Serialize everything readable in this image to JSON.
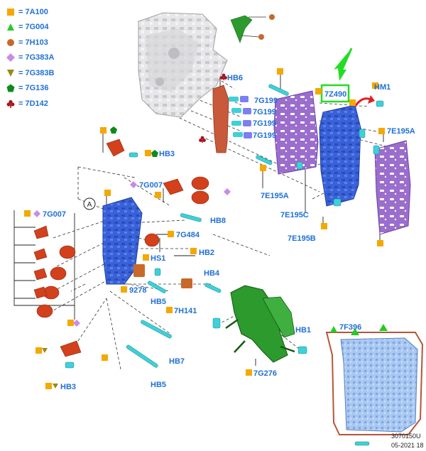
{
  "legend": [
    {
      "symbol": "orange-square",
      "color": "#f5a800",
      "text": "= 7A100"
    },
    {
      "symbol": "green-triangle",
      "color": "#22cc22",
      "text": "= 7G004"
    },
    {
      "symbol": "brown-circle",
      "color": "#c8682a",
      "text": "= 7H103"
    },
    {
      "symbol": "purple-diamond",
      "color": "#c98ce6",
      "text": "= 7G383A"
    },
    {
      "symbol": "olive-triangle-down",
      "color": "#9a8a12",
      "text": "= 7G383B"
    },
    {
      "symbol": "green-pentagon",
      "color": "#0f8a1a",
      "text": "= 7G136"
    },
    {
      "symbol": "red-club",
      "color": "#a8141e",
      "text": "= 7D142"
    }
  ],
  "labels": {
    "hb6": "HB6",
    "g199_1": "7G199",
    "g199_2": "7G199",
    "g199_3": "7G199",
    "g199_4": "7G199",
    "z490": "7Z490",
    "hm1": "HM1",
    "e195a_top": "7E195A",
    "e195a_mid": "7E195A",
    "e195c": "7E195C",
    "e195b": "7E195B",
    "hb3_top": "HB3",
    "g007_mid": "7G007",
    "g007_left": "7G007",
    "circle_a": "A",
    "hb8": "HB8",
    "g484": "7G484",
    "hb2": "HB2",
    "hs1": "HS1",
    "l9278": "9278",
    "hb5_mid": "HB5",
    "hb4": "HB4",
    "h141": "7H141",
    "hb1": "HB1",
    "f396": "7F396",
    "g276": "7G276",
    "hb7": "HB7",
    "hb5_bottom": "HB5",
    "hb3_bottom": "HB3"
  },
  "footer": {
    "code": "3070150U",
    "date": "05-2021 18"
  },
  "colors": {
    "label_blue": "#1f6fd6",
    "highlight_green": "#22dd22",
    "body_blue": "#3a62d8",
    "plate_purple": "#9b6dcc",
    "solenoid_red": "#d2401c",
    "harness_green": "#2c9a2c",
    "gasket_brown": "#b5553a",
    "bolt_cyan": "#3fd0d8",
    "pan_blue": "#9cc0ee"
  }
}
